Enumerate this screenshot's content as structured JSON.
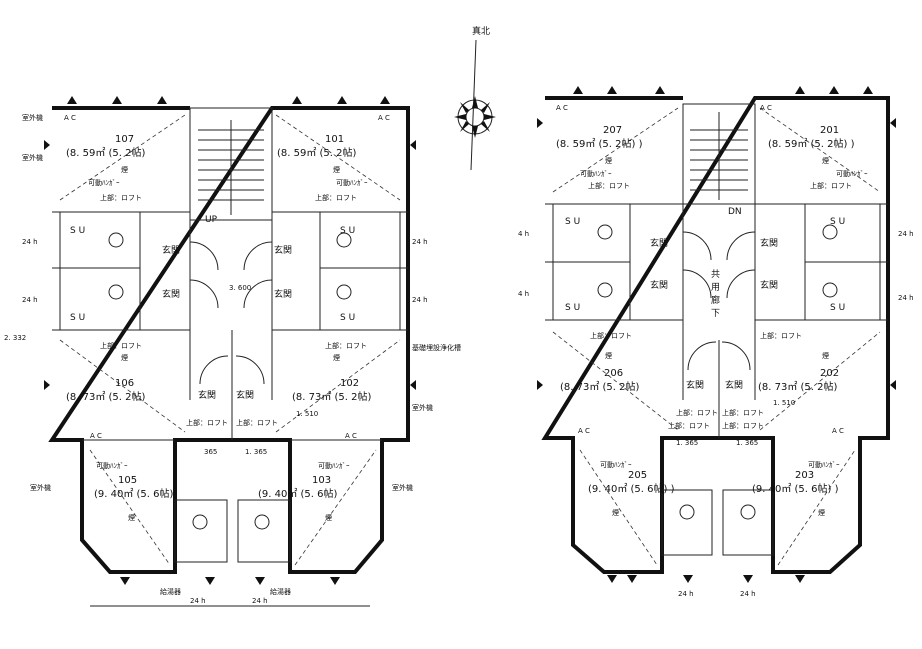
{
  "compass": {
    "label": "真北"
  },
  "common": {
    "ac": "A C",
    "entrance": "玄関",
    "su": "S U",
    "upper_loft": "上部：ロフト",
    "smoke": "煙",
    "movable": "可動ﾊﾝｶﾞｰ",
    "outdoor_unit": "室外機",
    "water_heater": "給湯器",
    "hours24": "24 h",
    "hours4": "4 h",
    "shared_corridor": "共用廊下",
    "up": "UP",
    "dn": "DN",
    "dim_1365": "1. 365",
    "dim_365": "365",
    "dim_1510": "1. 510",
    "dim_3600": "3. 600",
    "dim_2332": "2. 332",
    "foundation_tank": "基礎埋設浄化槽"
  },
  "floor1": {
    "units": [
      {
        "no": "107",
        "area": "(8. 59㎡ (5. 2帖)"
      },
      {
        "no": "101",
        "area": "(8. 59㎡ (5. 2帖)"
      },
      {
        "no": "106",
        "area": "(8. 73㎡ (5. 2帖)"
      },
      {
        "no": "102",
        "area": "(8. 73㎡ (5. 2帖)"
      },
      {
        "no": "105",
        "area": "(9. 40㎡ (5. 6帖)"
      },
      {
        "no": "103",
        "area": "(9. 40㎡ (5. 6帖)"
      }
    ]
  },
  "floor2": {
    "units": [
      {
        "no": "207",
        "area": "(8. 59㎡ (5. 2帖) )"
      },
      {
        "no": "201",
        "area": "(8. 59㎡ (5. 2帖) )"
      },
      {
        "no": "206",
        "area": "(8. 73㎡ (5. 2帖)"
      },
      {
        "no": "202",
        "area": "(8. 73㎡ (5. 2帖)"
      },
      {
        "no": "205",
        "area": "(9. 40㎡ (5. 6帖) )"
      },
      {
        "no": "203",
        "area": "(9. 40㎡ (5. 6帖) )"
      }
    ]
  }
}
